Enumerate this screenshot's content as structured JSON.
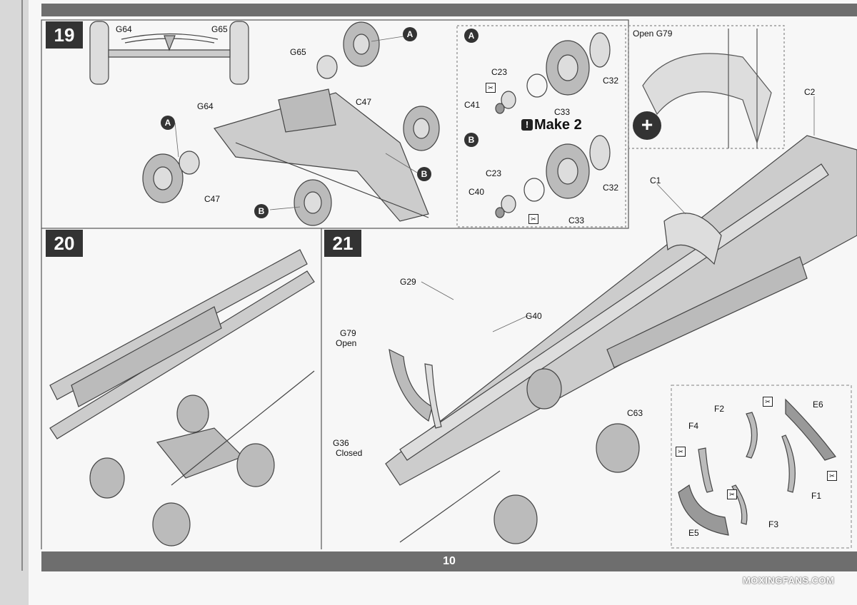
{
  "page_number": "10",
  "watermark": "MOXINGFANS.COM",
  "step19": {
    "number": "19",
    "labels": {
      "g64_top": "G64",
      "g65_top": "G65",
      "g65": "G65",
      "g64": "G64",
      "c47_a": "C47",
      "c47_b": "C47"
    },
    "markers": {
      "a1": "A",
      "a2": "A",
      "b1": "B",
      "b2": "B"
    },
    "sub_a": {
      "marker": "A",
      "c23": "C23",
      "c41": "C41",
      "c32": "C32",
      "c33": "C33"
    },
    "sub_b": {
      "marker": "B",
      "c23": "C23",
      "c40": "C40",
      "c32": "C32",
      "c33": "C33"
    },
    "make_text": "Make 2",
    "make_icon": "!",
    "open_label": "Open G79",
    "zoom_icon": "+"
  },
  "step20": {
    "number": "20"
  },
  "step21": {
    "number": "21",
    "labels": {
      "g29": "G29",
      "g40": "G40",
      "g79": "G79",
      "open": "Open",
      "g36": "G36",
      "closed": "Closed",
      "c1": "C1",
      "c2": "C2",
      "c63": "C63",
      "f2": "F2",
      "f4": "F4",
      "e6": "E6",
      "f1": "F1",
      "f3": "F3",
      "e5": "E5"
    }
  }
}
